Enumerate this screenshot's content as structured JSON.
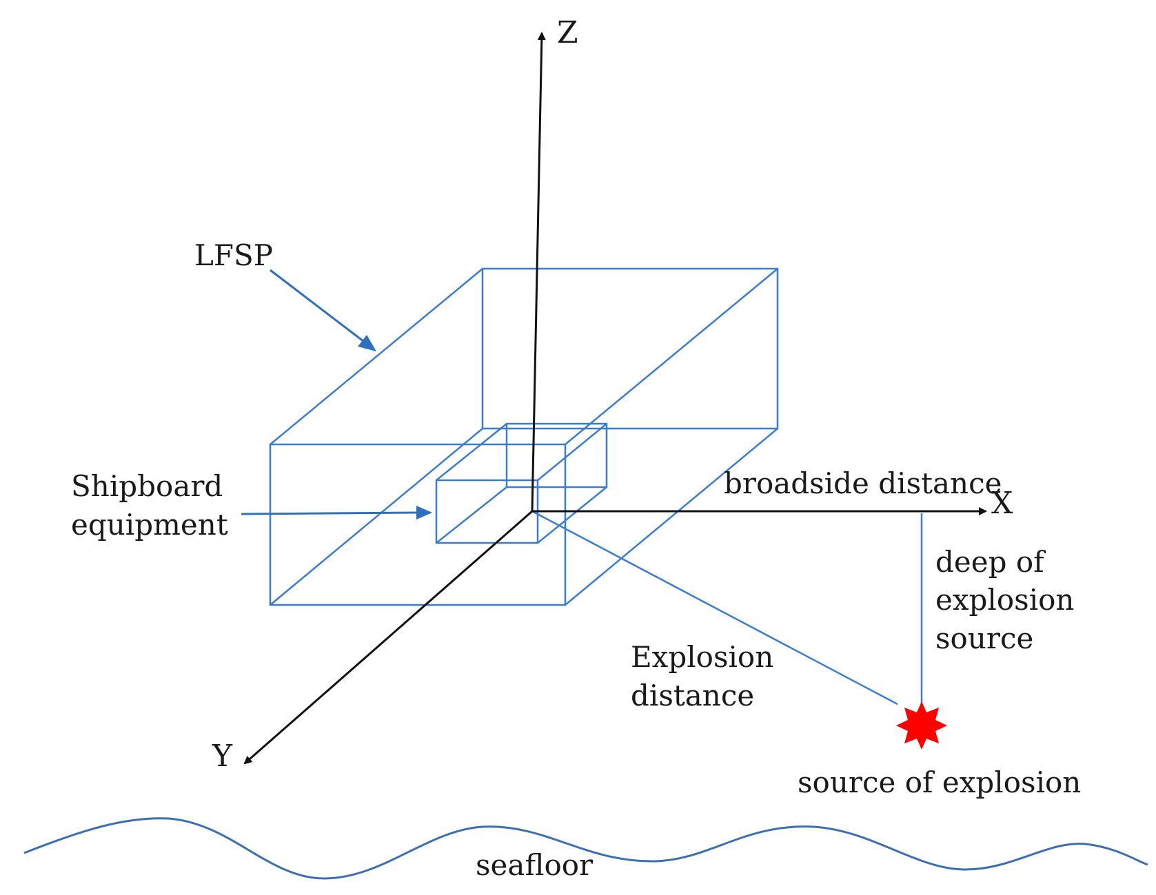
{
  "axes": {
    "z_label": "Z",
    "x_label": "X",
    "y_label": "Y"
  },
  "labels": {
    "lfsp": "LFSP",
    "shipboard_line1": "Shipboard",
    "shipboard_line2": "equipment",
    "broadside": "broadside distance",
    "deep_line1": "deep of",
    "deep_line2": "explosion",
    "deep_line3": "source",
    "explosion_line1": "Explosion",
    "explosion_line2": "distance",
    "source": "source of explosion",
    "seafloor": "seafloor"
  },
  "colors": {
    "structure_lines": "#3a7bd5",
    "axes": "#111111",
    "explosion_marker": "#ff0000",
    "seafloor_line": "#3a6fb5"
  }
}
